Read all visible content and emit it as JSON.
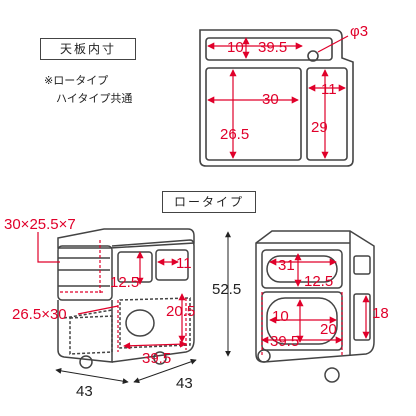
{
  "labels": {
    "top_panel": "天板内寸",
    "note_line1": "※ロータイプ",
    "note_line2": "ハイタイプ共通",
    "low_type": "ロータイプ"
  },
  "dims": {
    "d10": "10",
    "d39_5_top": "39.5",
    "phi3": "φ3",
    "d30": "30",
    "d11_top": "11",
    "d26_5": "26.5",
    "d29": "29",
    "drawer": "30×25.5×7",
    "d11_left": "11",
    "d12_5_left": "12.5",
    "d52_5": "52.5",
    "bottom_bin": "26.5×30",
    "d20_5": "20.5",
    "d39_5_left": "39.5",
    "d43_a": "43",
    "d43_b": "43",
    "d31": "31",
    "d12_5_right": "12.5",
    "d10_right": "10",
    "d20_right": "20",
    "d18": "18",
    "d39_5_right": "39.5"
  },
  "colors": {
    "dimension": "#e0002a",
    "outline": "#333333"
  }
}
